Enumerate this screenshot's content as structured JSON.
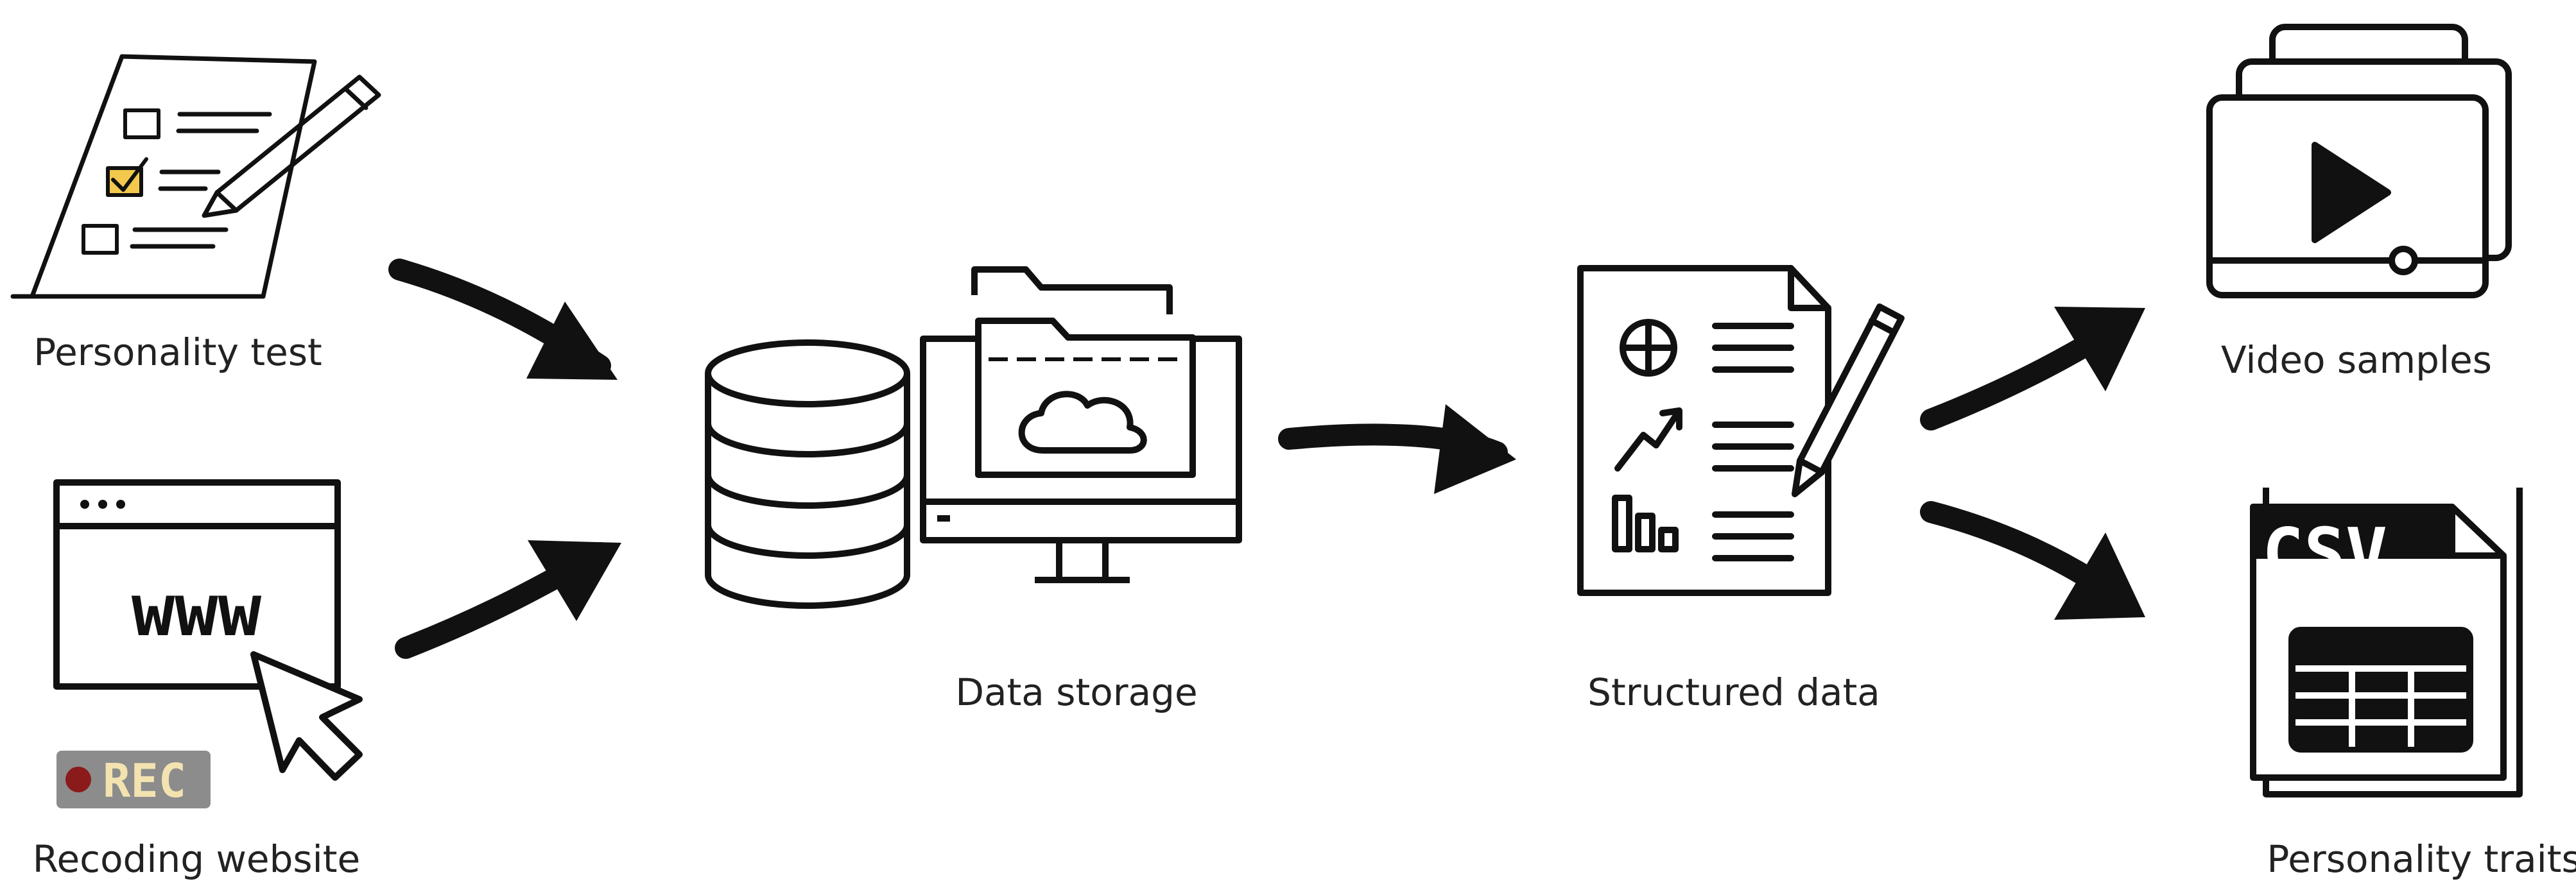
{
  "nodes": {
    "personality_test": {
      "label": "Personality test"
    },
    "recording_website": {
      "label": "Recoding website",
      "www_text": "www",
      "rec_text": "REC"
    },
    "data_storage": {
      "label": "Data storage"
    },
    "structured_data": {
      "label": "Structured data"
    },
    "video_samples": {
      "label": "Video samples"
    },
    "personality_traits": {
      "label": "Personality traits",
      "csv_text": "CSV"
    }
  },
  "icons": {
    "personality_test": "checklist-with-pen-icon",
    "recording_website": "browser-window-with-cursor-icon",
    "data_storage_db": "database-icon",
    "data_storage_monitor": "monitor-cloud-folder-icon",
    "structured_data": "report-document-with-pen-icon",
    "video_samples": "stacked-video-player-icon",
    "personality_traits": "csv-file-icon"
  },
  "edges": [
    {
      "from": "personality_test",
      "to": "data_storage"
    },
    {
      "from": "recording_website",
      "to": "data_storage"
    },
    {
      "from": "data_storage",
      "to": "structured_data"
    },
    {
      "from": "structured_data",
      "to": "video_samples"
    },
    {
      "from": "structured_data",
      "to": "personality_traits"
    }
  ],
  "colors": {
    "stroke": "#111111",
    "checkbox_fill": "#F2C94C",
    "rec_badge": "#8C8C8C",
    "rec_dot": "#8B1A1A",
    "rec_text": "#F3E3B0",
    "label": "#222222"
  }
}
